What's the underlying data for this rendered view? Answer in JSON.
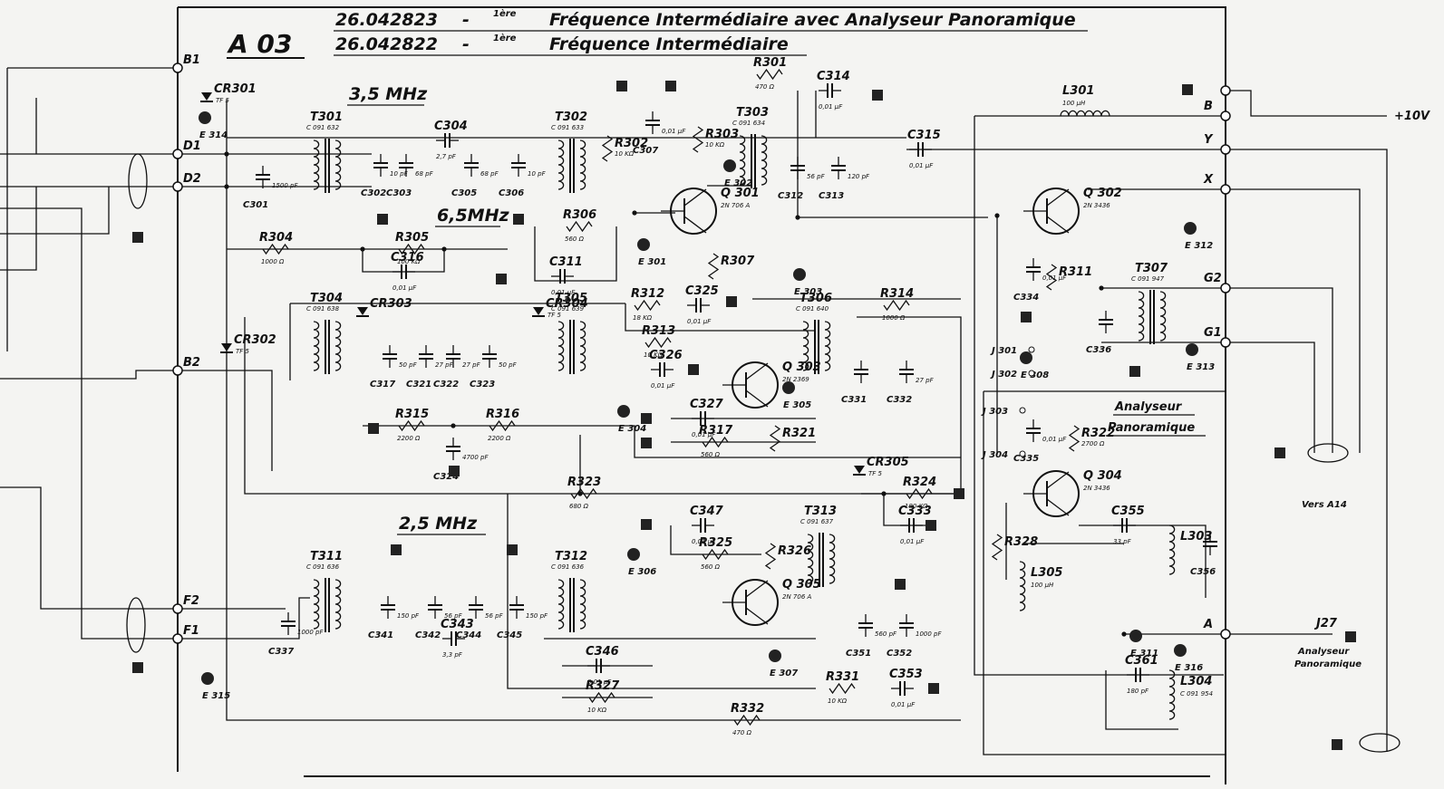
{
  "header": {
    "board_id": "A 03",
    "line1_ref": "26.042823",
    "line1_sep": "-",
    "line1_sup": "1ère",
    "line1_text": "Fréquence Intermédiaire avec Analyseur Panoramique",
    "line2_ref": "26.042822",
    "line2_sep": "-",
    "line2_sup": "1ère",
    "line2_text": "Fréquence Intermédiaire"
  },
  "frequencies": {
    "f1": "3,5 MHz",
    "f2": "6,5MHz",
    "f3": "2,5 MHz"
  },
  "section_label": {
    "line1": "Analyseur",
    "line2": "Panoramique"
  },
  "left_terminals": [
    "B1",
    "D1",
    "D2",
    "B2",
    "F2",
    "F1"
  ],
  "right_terminals": [
    "B",
    "Y",
    "X",
    "G2",
    "G1",
    "A"
  ],
  "test_points": [
    "E314",
    "E301",
    "E302",
    "E303",
    "E304",
    "E305",
    "E306",
    "E307",
    "E308",
    "E311",
    "E312",
    "E313",
    "E315",
    "E316"
  ],
  "transistors": [
    {
      "ref": "Q 301",
      "type": "2N 706 A"
    },
    {
      "ref": "Q 302",
      "type": "2N 3436"
    },
    {
      "ref": "Q 303",
      "type": "2N 2369"
    },
    {
      "ref": "Q 304",
      "type": "2N 3436"
    },
    {
      "ref": "Q 305",
      "type": "2N 706 A"
    }
  ],
  "transformers": [
    {
      "ref": "T301",
      "part": "C 091 632"
    },
    {
      "ref": "T302",
      "part": "C 091 633"
    },
    {
      "ref": "T303",
      "part": "C 091 634"
    },
    {
      "ref": "T304",
      "part": "C 091 638"
    },
    {
      "ref": "T305",
      "part": "C 091 639"
    },
    {
      "ref": "T306",
      "part": "C 091 640"
    },
    {
      "ref": "T307",
      "part": "C 091 947"
    },
    {
      "ref": "T311",
      "part": "C 091 636"
    },
    {
      "ref": "T312",
      "part": "C 091 636"
    },
    {
      "ref": "T313",
      "part": "C 091 637"
    }
  ],
  "resistors": [
    {
      "ref": "R301",
      "value": "470 Ω"
    },
    {
      "ref": "R302",
      "value": "10 KΩ"
    },
    {
      "ref": "R303",
      "value": "10 KΩ"
    },
    {
      "ref": "R304",
      "value": "1000 Ω"
    },
    {
      "ref": "R305",
      "value": "100 KΩ"
    },
    {
      "ref": "R306",
      "value": "560 Ω"
    },
    {
      "ref": "R307",
      "value": ""
    },
    {
      "ref": "R311",
      "value": ""
    },
    {
      "ref": "R312",
      "value": "18 KΩ"
    },
    {
      "ref": "R313",
      "value": "10 KΩ"
    },
    {
      "ref": "R314",
      "value": "1000 Ω"
    },
    {
      "ref": "R315",
      "value": "2200 Ω"
    },
    {
      "ref": "R316",
      "value": "2200 Ω"
    },
    {
      "ref": "R317",
      "value": "560 Ω"
    },
    {
      "ref": "R321",
      "value": ""
    },
    {
      "ref": "R322",
      "value": "2700 Ω"
    },
    {
      "ref": "R323",
      "value": "680 Ω"
    },
    {
      "ref": "R324",
      "value": "180 KΩ"
    },
    {
      "ref": "R325",
      "value": "560 Ω"
    },
    {
      "ref": "R326",
      "value": ""
    },
    {
      "ref": "R327",
      "value": "10 KΩ"
    },
    {
      "ref": "R328",
      "value": ""
    },
    {
      "ref": "R331",
      "value": "10 KΩ"
    },
    {
      "ref": "R332",
      "value": "470 Ω"
    }
  ],
  "capacitors": [
    {
      "ref": "C301",
      "value": "1500 pF"
    },
    {
      "ref": "C302",
      "value": "10 pF"
    },
    {
      "ref": "C303",
      "value": "68 pF"
    },
    {
      "ref": "C304",
      "value": "2,7 pF"
    },
    {
      "ref": "C305",
      "value": "68 pF"
    },
    {
      "ref": "C306",
      "value": "10 pF"
    },
    {
      "ref": "C307",
      "value": "0,01 µF"
    },
    {
      "ref": "C311",
      "value": "0,01 µF"
    },
    {
      "ref": "C312",
      "value": "56 pF"
    },
    {
      "ref": "C313",
      "value": "120 pF"
    },
    {
      "ref": "C314",
      "value": "0,01 µF"
    },
    {
      "ref": "C315",
      "value": "0,01 µF"
    },
    {
      "ref": "C316",
      "value": "0,01 µF"
    },
    {
      "ref": "C317",
      "value": "50 pF"
    },
    {
      "ref": "C321",
      "value": "27 pF"
    },
    {
      "ref": "C322",
      "value": "27 pF"
    },
    {
      "ref": "C323",
      "value": "50 pF"
    },
    {
      "ref": "C324",
      "value": "4700 pF"
    },
    {
      "ref": "C325",
      "value": "0,01 µF"
    },
    {
      "ref": "C326",
      "value": "0,01 µF"
    },
    {
      "ref": "C327",
      "value": "0,01 µF"
    },
    {
      "ref": "C331",
      "value": ""
    },
    {
      "ref": "C332",
      "value": "27 pF"
    },
    {
      "ref": "C333",
      "value": "0,01 µF"
    },
    {
      "ref": "C334",
      "value": "0,01 µF"
    },
    {
      "ref": "C335",
      "value": "0,01 µF"
    },
    {
      "ref": "C336",
      "value": ""
    },
    {
      "ref": "C337",
      "value": "1000 pF"
    },
    {
      "ref": "C341",
      "value": "150 pF"
    },
    {
      "ref": "C342",
      "value": "56 pF"
    },
    {
      "ref": "C343",
      "value": "3,3 pF"
    },
    {
      "ref": "C344",
      "value": "56 pF"
    },
    {
      "ref": "C345",
      "value": "150 pF"
    },
    {
      "ref": "C346",
      "value": "0,01 µF"
    },
    {
      "ref": "C347",
      "value": "0,01 µF"
    },
    {
      "ref": "C351",
      "value": "560 pF"
    },
    {
      "ref": "C352",
      "value": "1000 pF"
    },
    {
      "ref": "C353",
      "value": "0,01 µF"
    },
    {
      "ref": "C355",
      "value": "33 pF"
    },
    {
      "ref": "C356",
      "value": ""
    },
    {
      "ref": "C361",
      "value": "180 pF"
    }
  ],
  "inductors": [
    {
      "ref": "L301",
      "value": "100 µH"
    },
    {
      "ref": "L303",
      "value": ""
    },
    {
      "ref": "L304",
      "value": "C 091 954"
    },
    {
      "ref": "L305",
      "value": "100 µH"
    }
  ],
  "diodes": [
    {
      "ref": "CR301",
      "type": "TF 5"
    },
    {
      "ref": "CR302",
      "type": "TF 5"
    },
    {
      "ref": "CR303",
      "type": ""
    },
    {
      "ref": "CR304",
      "type": "TF 5"
    },
    {
      "ref": "CR305",
      "type": "TF 5"
    }
  ],
  "jumpers": [
    "J 301",
    "J 302",
    "J 303",
    "J 304"
  ],
  "supply_label": "+10V",
  "connector": {
    "ref": "J27",
    "line1": "Analyseur",
    "line2": "Panoramique"
  },
  "cable_note": "Vers A14",
  "colors": {
    "paper": "#f4f4f2",
    "ink": "#111111"
  }
}
